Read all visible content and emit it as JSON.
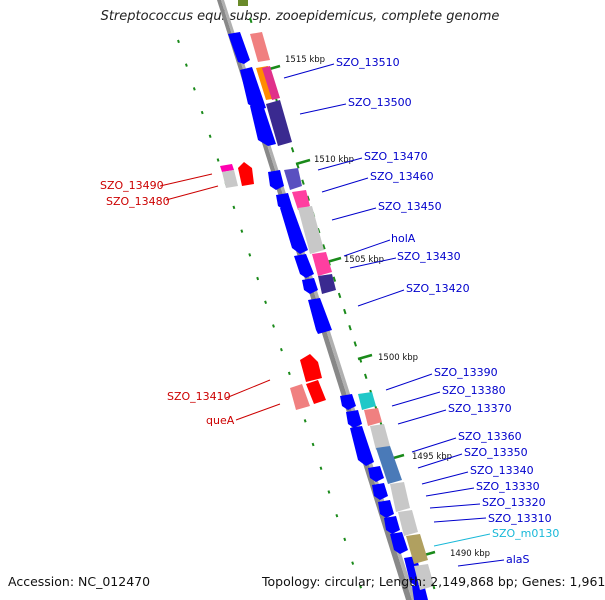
{
  "title": "Streptococcus equi subsp. zooepidemicus, complete genome",
  "footer": {
    "accession": "Accession: NC_012470",
    "summary": "Topology: circular; Length: 2,149,868 bp; Genes: 1,961"
  },
  "colors": {
    "backbone": "#808080",
    "forward_cds": "#0000ff",
    "reverse_cds": "#ff0000",
    "ruler_tick": "#008000",
    "forward_label": "#0000cc",
    "reverse_label": "#cc0000",
    "misc_label": "#18b8d8"
  },
  "ruler_labels": [
    "1515 kbp",
    "1510 kbp",
    "1505 kbp",
    "1500 kbp",
    "1495 kbp",
    "1490 kbp"
  ],
  "forward_genes": [
    "SZO_13510",
    "SZO_13500",
    "SZO_13470",
    "SZO_13460",
    "SZO_13450",
    "holA",
    "SZO_13430",
    "SZO_13420",
    "SZO_13390",
    "SZO_13380",
    "SZO_13370",
    "SZO_13360",
    "SZO_13350",
    "SZO_13340",
    "SZO_13330",
    "SZO_13320",
    "SZO_13310",
    "SZO_m0130",
    "alaS"
  ],
  "reverse_genes": [
    "SZO_13490",
    "SZO_13480",
    "SZO_13410",
    "queA"
  ]
}
